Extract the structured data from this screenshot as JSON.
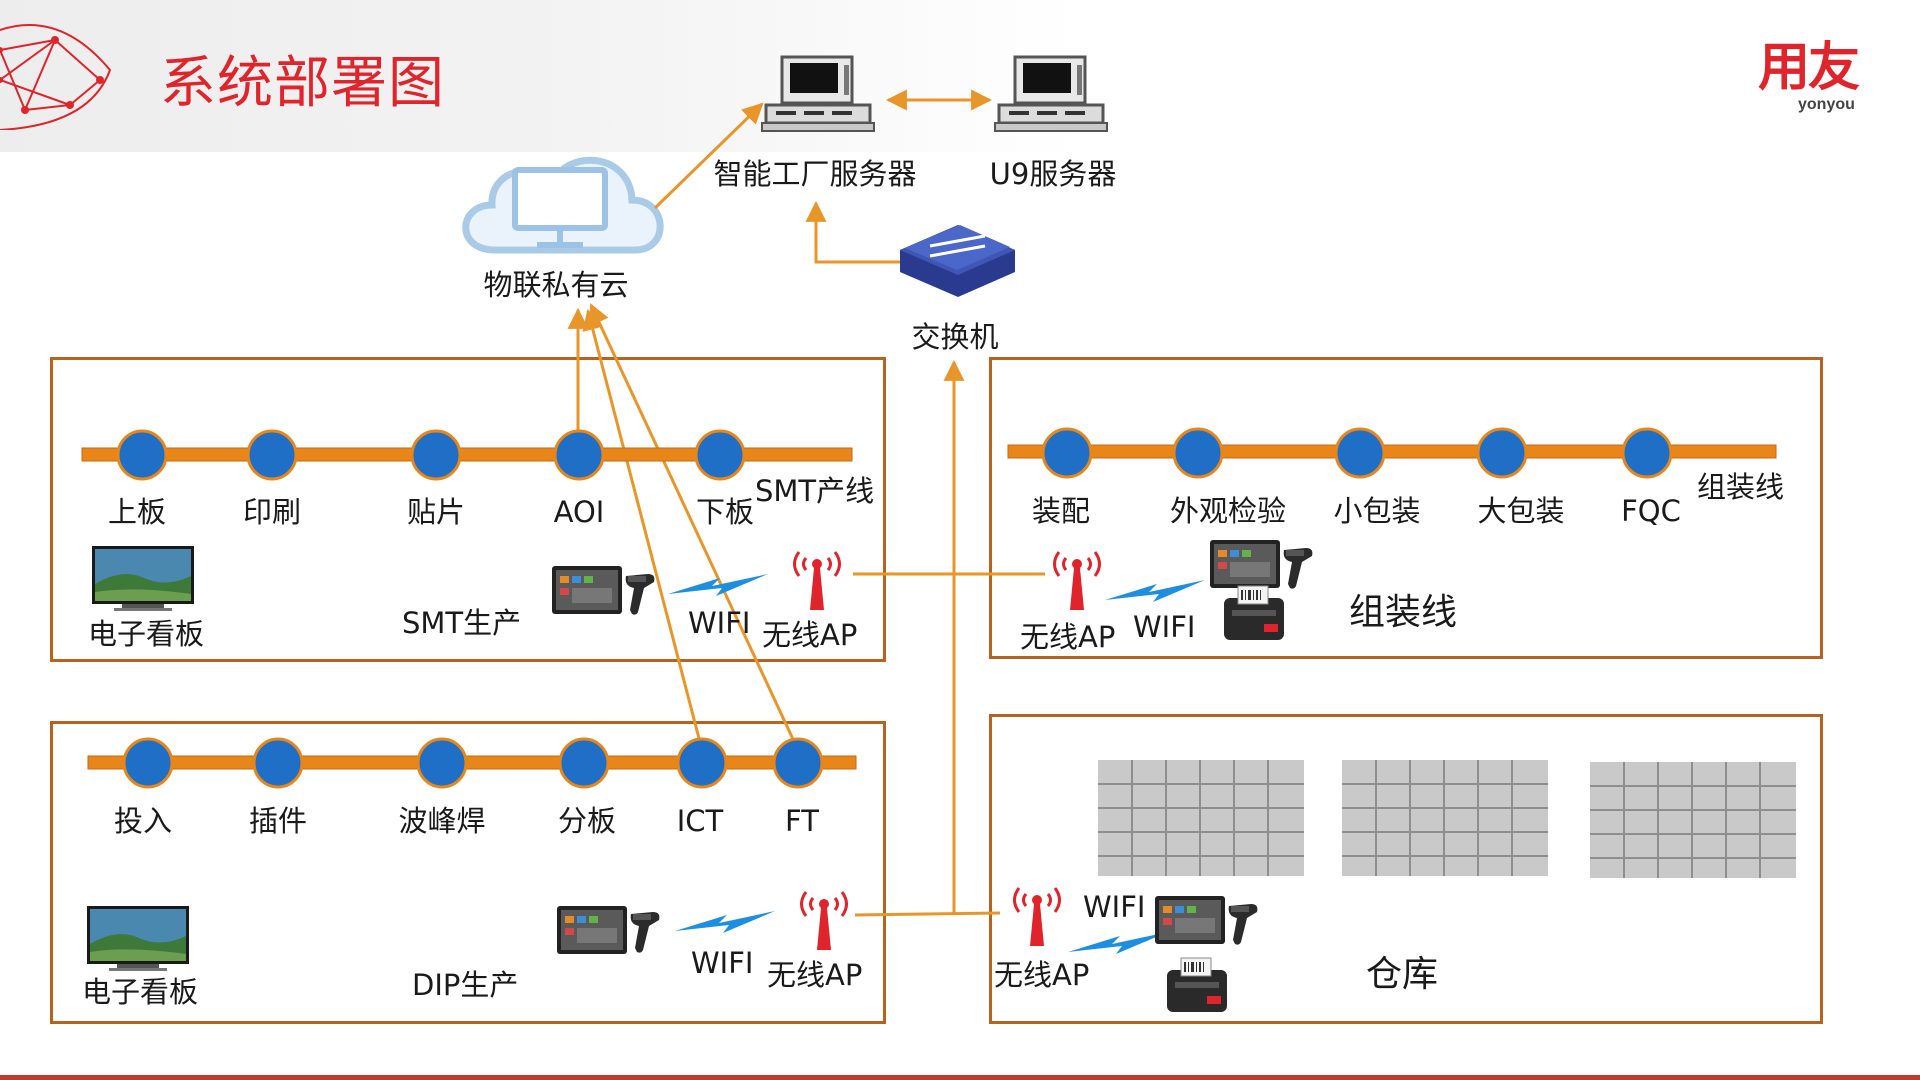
{
  "slide": {
    "title": "系统部署图",
    "brand": {
      "name": "用友",
      "sub": "yonyou"
    }
  },
  "top": {
    "cloud_label": "物联私有云",
    "factory_server_label": "智能工厂服务器",
    "u9_server_label": "U9服务器",
    "switch_label": "交换机"
  },
  "smt": {
    "line_label": "SMT产线",
    "stations": [
      "上板",
      "印刷",
      "贴片",
      "AOI",
      "下板"
    ],
    "board_label": "电子看板",
    "area_label": "SMT生产",
    "wifi_label": "WIFI",
    "ap_label": "无线AP"
  },
  "assembly": {
    "line_label": "组装线",
    "stations": [
      "装配",
      "外观检验",
      "小包装",
      "大包装",
      "FQC"
    ],
    "ap_label": "无线AP",
    "wifi_label": "WIFI",
    "area_label": "组装线"
  },
  "dip": {
    "stations": [
      "投入",
      "插件",
      "波峰焊",
      "分板",
      "ICT",
      "FT"
    ],
    "board_label": "电子看板",
    "area_label": "DIP生产",
    "wifi_label": "WIFI",
    "ap_label": "无线AP"
  },
  "warehouse": {
    "wifi_label": "WIFI",
    "ap_label": "无线AP",
    "area_label": "仓库"
  },
  "colors": {
    "accent_red": "#e0242b",
    "conveyor_orange": "#e8861a",
    "connector_orange": "#e8962a",
    "zone_border": "#b4641e",
    "node_blue": "#1f6fc6"
  }
}
